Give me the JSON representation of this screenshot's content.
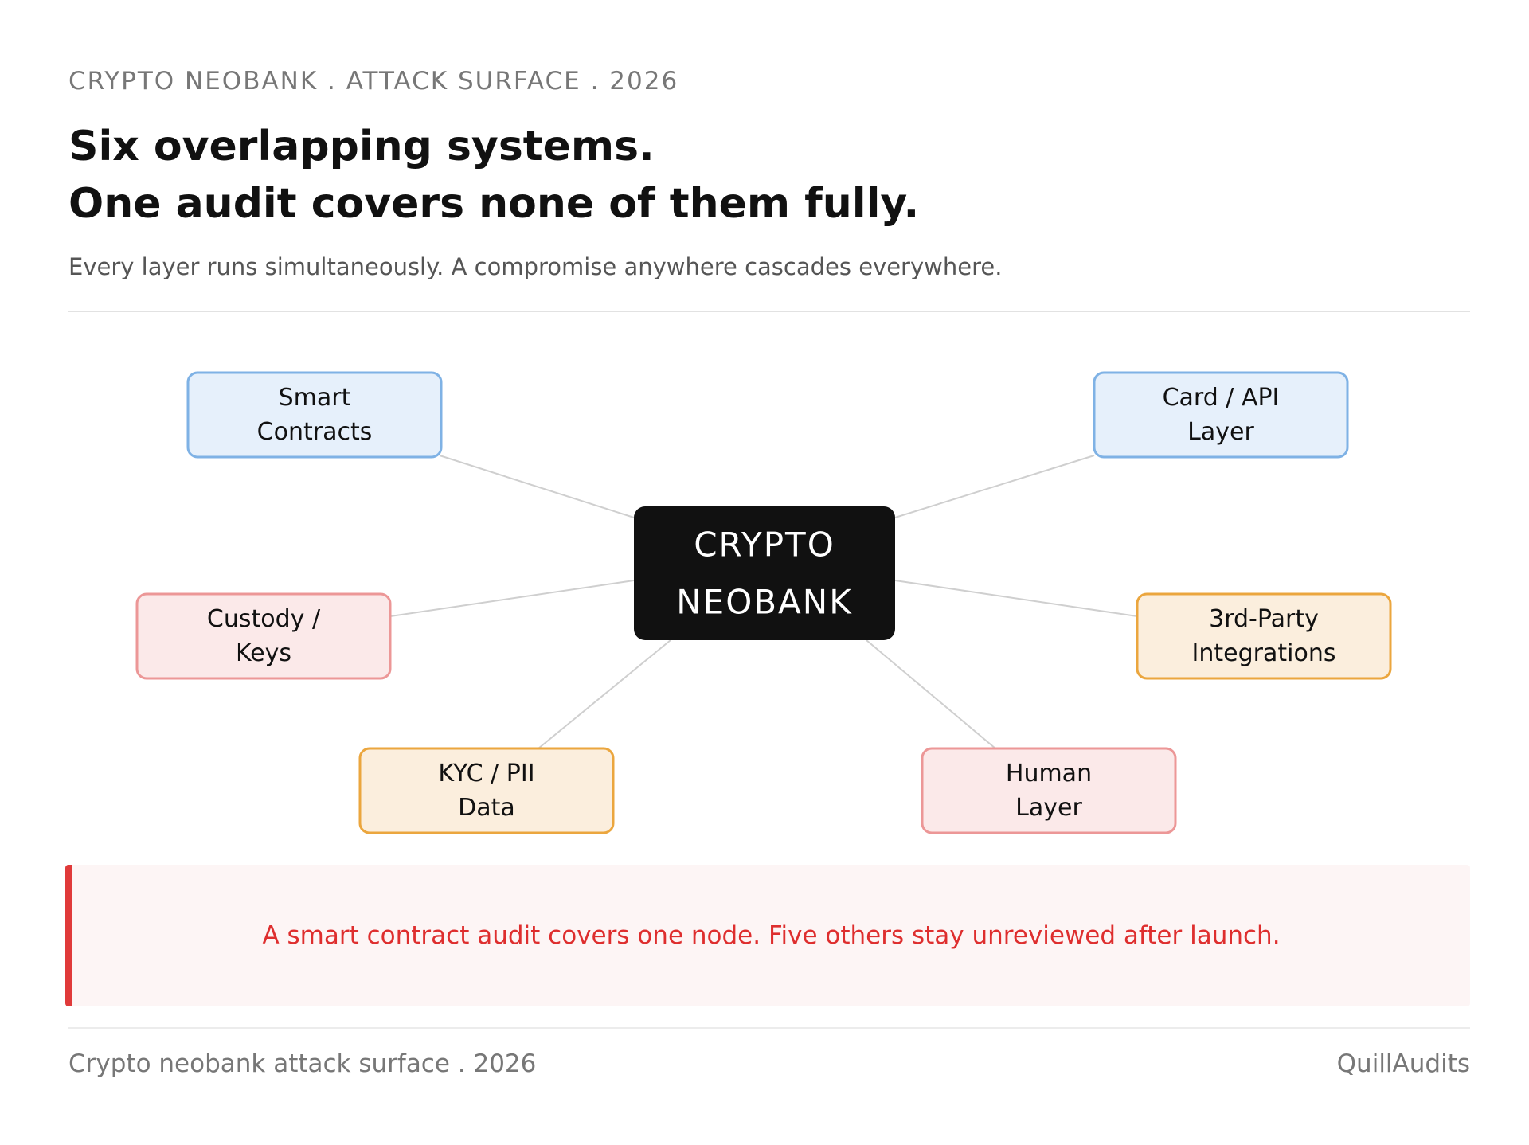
{
  "header": {
    "eyebrow": "CRYPTO NEOBANK . ATTACK SURFACE . 2026",
    "title_line1": "Six overlapping systems.",
    "title_line2": "One audit covers none of them fully.",
    "subtitle": "Every layer runs simultaneously. A compromise anywhere cascades everywhere."
  },
  "diagram": {
    "center": {
      "lines": [
        "CRYPTO",
        "NEOBANK"
      ],
      "fill": "#111111",
      "text_color": "#ffffff"
    },
    "nodes": [
      {
        "id": "smart-contracts",
        "lines": [
          "Smart",
          "Contracts"
        ],
        "fill": "#e6f0fb",
        "stroke": "#7fb2e5"
      },
      {
        "id": "card-api-layer",
        "lines": [
          "Card / API",
          "Layer"
        ],
        "fill": "#e6f0fb",
        "stroke": "#7fb2e5"
      },
      {
        "id": "custody-keys",
        "lines": [
          "Custody /",
          "Keys"
        ],
        "fill": "#fbe9e9",
        "stroke": "#ec9797"
      },
      {
        "id": "third-party-integrations",
        "lines": [
          "3rd-Party",
          "Integrations"
        ],
        "fill": "#fbeedd",
        "stroke": "#eba63e"
      },
      {
        "id": "kyc-pii-data",
        "lines": [
          "KYC / PII",
          "Data"
        ],
        "fill": "#fbeedd",
        "stroke": "#eba63e"
      },
      {
        "id": "human-layer",
        "lines": [
          "Human",
          "Layer"
        ],
        "fill": "#fbe9e9",
        "stroke": "#ec9797"
      }
    ],
    "edge_color": "#cfcfcf"
  },
  "callout": {
    "text": "A smart contract audit covers one node. Five others stay unreviewed after launch.",
    "accent": "#e03a3a"
  },
  "footer": {
    "left": "Crypto neobank attack surface . 2026",
    "right": "QuillAudits"
  }
}
